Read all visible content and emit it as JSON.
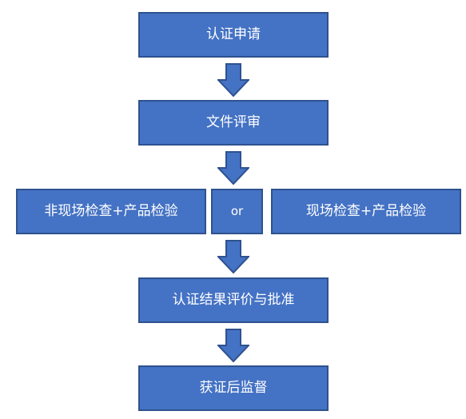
{
  "flow": {
    "step1": "认证申请",
    "step2": "文件评审",
    "option_left": "非现场检查+产品检验",
    "connector": "or",
    "option_right": "现场检查+产品检验",
    "step4": "认证结果评价与批准",
    "step5": "获证后监督"
  },
  "colors": {
    "box_fill": "#4472c4",
    "box_border": "#2f528f",
    "text": "#ffffff"
  }
}
